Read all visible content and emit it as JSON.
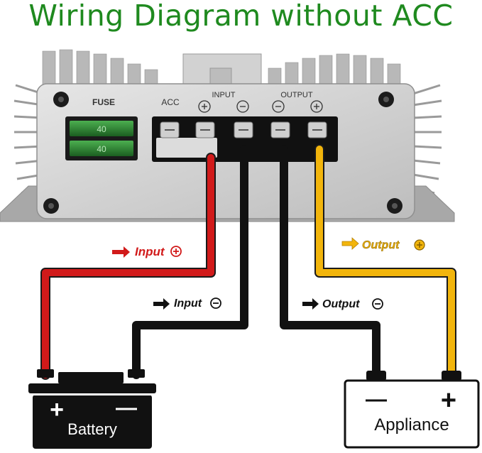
{
  "title": "Wiring Diagram without ACC",
  "converter": {
    "fuse_label": "FUSE",
    "fuse_text": "40",
    "acc_label": "ACC",
    "input_label": "INPUT",
    "output_label": "OUTPUT",
    "plus_symbol": "+",
    "minus_symbol": "−"
  },
  "wires": {
    "input_pos_label": "Input",
    "input_neg_label": "Input",
    "output_pos_label": "Output",
    "output_neg_label": "Output"
  },
  "battery": {
    "label": "Battery",
    "plus": "+",
    "minus": "—"
  },
  "appliance": {
    "label": "Appliance",
    "plus": "+",
    "minus": "—"
  },
  "colors": {
    "title": "#1f8a1f",
    "wire_red": "#d11a1a",
    "wire_black": "#111111",
    "wire_yellow": "#f2b50c",
    "label_red": "#d11a1a",
    "label_yellow": "#e0a80d",
    "label_black": "#111111"
  }
}
